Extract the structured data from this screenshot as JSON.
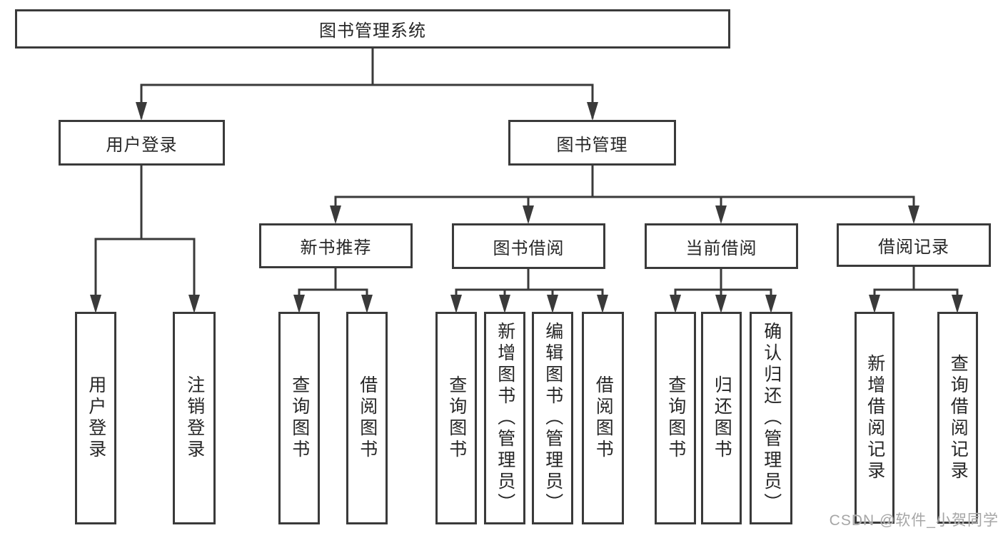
{
  "diagram": {
    "title": "图书管理系统",
    "colors": {
      "line": "#3a3a3a",
      "text": "#262626",
      "background": "#ffffff",
      "watermark": "#a6a6a6"
    },
    "watermark": "CSDN @软件_小贺同学"
  },
  "tree": {
    "label": "图书管理系统",
    "children": [
      {
        "label": "用户登录",
        "children": [
          {
            "label": "用户登录"
          },
          {
            "label": "注销登录"
          }
        ]
      },
      {
        "label": "图书管理",
        "children": [
          {
            "label": "新书推荐",
            "children": [
              {
                "label": "查询图书"
              },
              {
                "label": "借阅图书"
              }
            ]
          },
          {
            "label": "图书借阅",
            "children": [
              {
                "label": "查询图书"
              },
              {
                "label": "新增图书（管理员）"
              },
              {
                "label": "编辑图书（管理员）"
              },
              {
                "label": "借阅图书"
              }
            ]
          },
          {
            "label": "当前借阅",
            "children": [
              {
                "label": "查询图书"
              },
              {
                "label": "归还图书"
              },
              {
                "label": "确认归还（管理员）"
              }
            ]
          },
          {
            "label": "借阅记录",
            "children": [
              {
                "label": "新增借阅记录"
              },
              {
                "label": "查询借阅记录"
              }
            ]
          }
        ]
      }
    ]
  }
}
